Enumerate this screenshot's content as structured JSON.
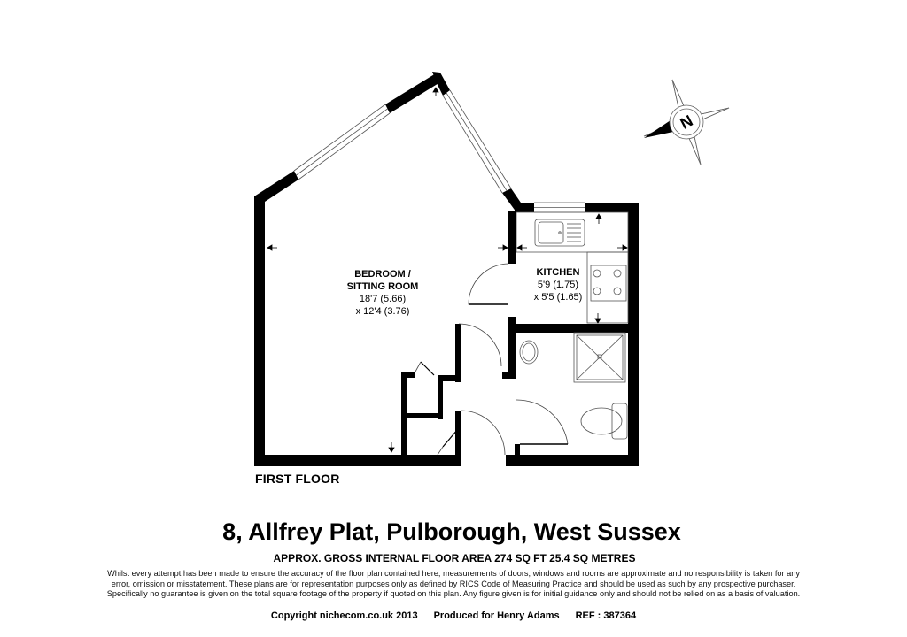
{
  "floor_plan": {
    "floor_label": "FIRST FLOOR",
    "rooms": [
      {
        "name": "BEDROOM /",
        "name_line2": "SITTING ROOM",
        "dimension_imperial": "18'7 (5.66)",
        "dimension_second": "x 12'4 (3.76)"
      },
      {
        "name": "KITCHEN",
        "dimension_imperial": "5'9 (1.75)",
        "dimension_second": "x 5'5 (1.65)"
      }
    ],
    "compass": {
      "label": "N",
      "icon": "compass-rose-icon"
    }
  },
  "property": {
    "title": "8, Allfrey Plat, Pulborough, West Sussex",
    "area": "APPROX. GROSS INTERNAL FLOOR AREA 274 SQ FT 25.4 SQ METRES"
  },
  "disclaimer": {
    "lines": [
      "Whilst every attempt has been made to ensure the accuracy of the floor plan contained here, measurements of doors, windows and rooms are approximate and no responsibility is taken for any",
      "error, omission or misstatement. These plans are for representation purposes only as defined by RICS Code of Measuring Practice and should be used as such by any prospective purchaser.",
      "Specifically no guarantee is given on the total square footage of the property if quoted on this plan. Any figure given is for initial guidance only and should not be relied on as a basis of valuation."
    ]
  },
  "footer": {
    "copyright": "Copyright nichecom.co.uk 2013",
    "produced_for": "Produced for Henry Adams",
    "reference": "REF : 387364"
  }
}
